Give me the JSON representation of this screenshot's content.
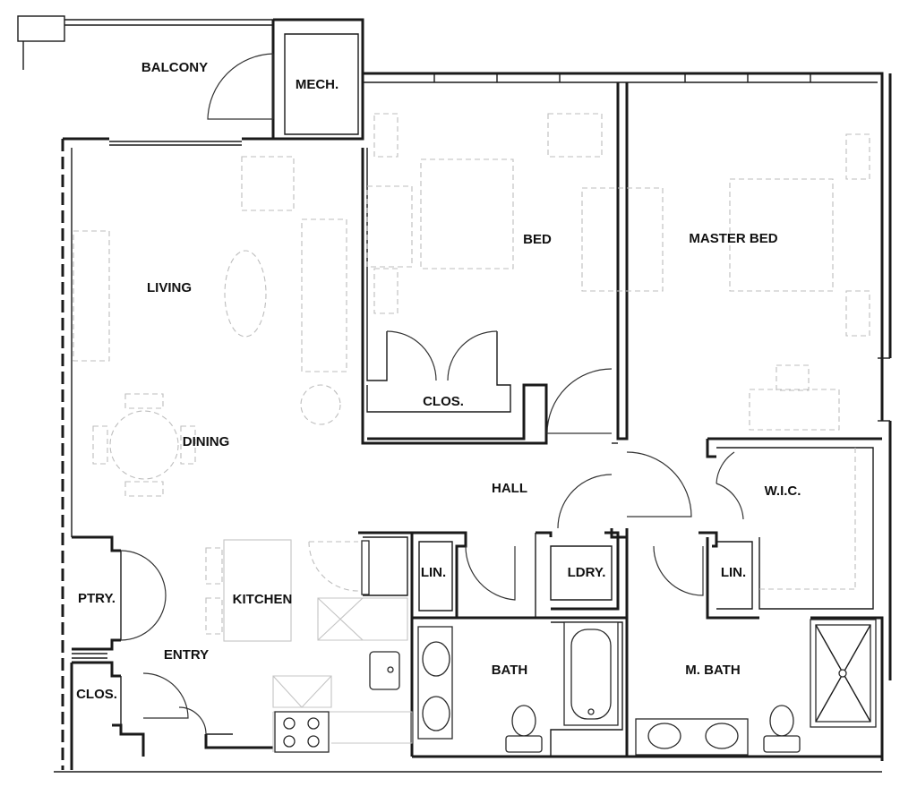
{
  "rooms": {
    "balcony": "BALCONY",
    "mech": "MECH.",
    "bed": "BED",
    "master_bed": "MASTER BED",
    "living": "LIVING",
    "dining": "DINING",
    "clos_bed": "CLOS.",
    "hall": "HALL",
    "wic": "W.I.C.",
    "lin_1": "LIN.",
    "ldry": "LDRY.",
    "lin_2": "LIN.",
    "ptry": "PTRY.",
    "kitchen": "KITCHEN",
    "entry": "ENTRY",
    "clos_entry": "CLOS.",
    "bath": "BATH",
    "m_bath": "M. BATH"
  }
}
